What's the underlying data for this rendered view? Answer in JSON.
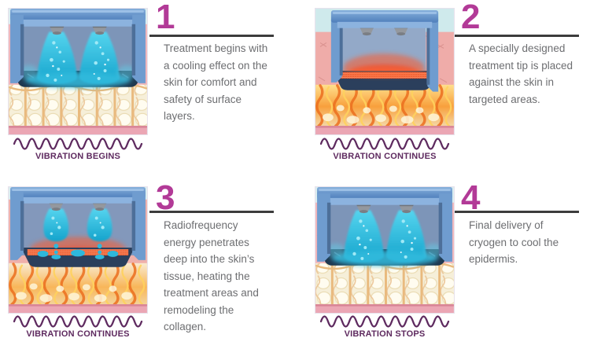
{
  "colors": {
    "background": "#ffffff",
    "step_number": "#b23a97",
    "divider_line": "#3c3c3c",
    "description_text": "#6d6e71",
    "vibration_accent": "#5e2a5f",
    "device_blue": "#6f9ccf",
    "cryogen_cyan": "#2bb8dd",
    "heat_orange": "#f8a03c"
  },
  "steps": [
    {
      "number": "1",
      "description": "Treatment begins with a cooling effect on the skin for comfort and safety of surface layers.",
      "vibration_label": "VIBRATION BEGINS",
      "illustration": "cryogen-spray-cooling-skin-illustration"
    },
    {
      "number": "2",
      "description": "A specially designed treatment tip is placed against the skin in targeted areas.",
      "vibration_label": "VIBRATION CONTINUES",
      "illustration": "treatment-tip-on-skin-illustration"
    },
    {
      "number": "3",
      "description": "Radiofrequency energy penetrates deep into the skin’s tissue, heating the treatment areas and remodeling the collagen.",
      "vibration_label": "VIBRATION CONTINUES",
      "illustration": "radiofrequency-heating-tissue-illustration"
    },
    {
      "number": "4",
      "description": "Final delivery of cryogen to cool the epidermis.",
      "vibration_label": "VIBRATION STOPS",
      "illustration": "cryogen-cooling-epidermis-illustration"
    }
  ]
}
